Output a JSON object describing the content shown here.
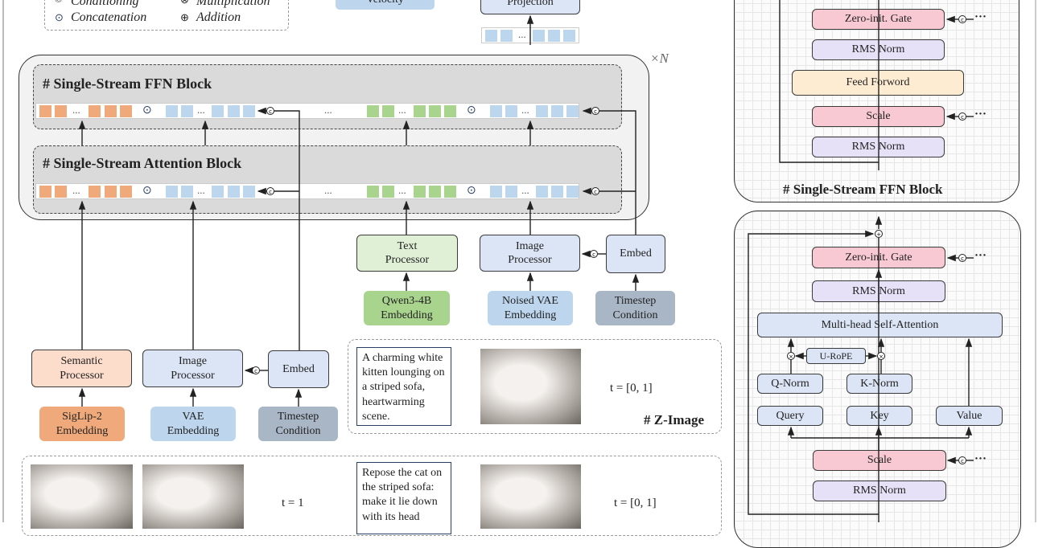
{
  "legend": {
    "items": [
      {
        "symbol": "©",
        "label": "Conditioning"
      },
      {
        "symbol": "⊗",
        "label": "Multiplication"
      },
      {
        "symbol": "⊙",
        "label": "Concatenation"
      },
      {
        "symbol": "⊕",
        "label": "Addition"
      }
    ]
  },
  "top": {
    "velocity": "Velocity",
    "projection": "Projection"
  },
  "main": {
    "repeat": "×N",
    "ffn_block_title": "# Single-Stream FFN Block",
    "attn_block_title": "# Single-Stream Attention Block",
    "dots": "...",
    "left_branch": {
      "semantic_processor": "Semantic\nProcessor",
      "image_processor": "Image\nProcessor",
      "embed": "Embed",
      "siglip": "SigLip-2\nEmbedding",
      "vae": "VAE\nEmbedding",
      "timestep": "Timestep\nCondition"
    },
    "right_branch": {
      "text_processor": "Text\nProcessor",
      "image_processor": "Image\nProcessor",
      "embed": "Embed",
      "qwen": "Qwen3-4B\nEmbedding",
      "noised_vae": "Noised VAE\nEmbedding",
      "timestep": "Timestep\nCondition"
    }
  },
  "examples": {
    "zimage": {
      "prompt": "A charming white\nkitten lounging on\na striped sofa,\nheartwarming\nscene.",
      "t_label": "t = [0, 1]",
      "title": "# Z-Image"
    },
    "edit": {
      "t_label_left": "t = 1",
      "prompt": "Repose the cat on\nthe striped sofa:\nmake it lie down\nwith its head",
      "t_label_right": "t = [0, 1]"
    }
  },
  "ffn_detail": {
    "zero_gate": "Zero-init. Gate",
    "rms_norm_1": "RMS Norm",
    "feed_forward": "Feed Forword",
    "scale": "Scale",
    "rms_norm_2": "RMS Norm",
    "title": "# Single-Stream FFN Block",
    "cond_dots": "···"
  },
  "attn_detail": {
    "zero_gate": "Zero-init. Gate",
    "rms_norm_1": "RMS Norm",
    "mhsa": "Multi-head Self-Attention",
    "urope": "U-RoPE",
    "q_norm": "Q-Norm",
    "k_norm": "K-Norm",
    "query": "Query",
    "key": "Key",
    "value": "Value",
    "scale": "Scale",
    "rms_norm_2": "RMS Norm",
    "cond_dots": "···"
  },
  "colors": {
    "semantic_token": "#f0a97a",
    "image_token": "#bcd6ee",
    "text_token": "#a9d48e",
    "gate_pink": "#f8c9d3",
    "norm_lavender": "#e7e1f8",
    "ffn_peach": "#fdecd2",
    "attn_blue": "#dce5f5",
    "timestep_gray": "#a9b6c6"
  }
}
